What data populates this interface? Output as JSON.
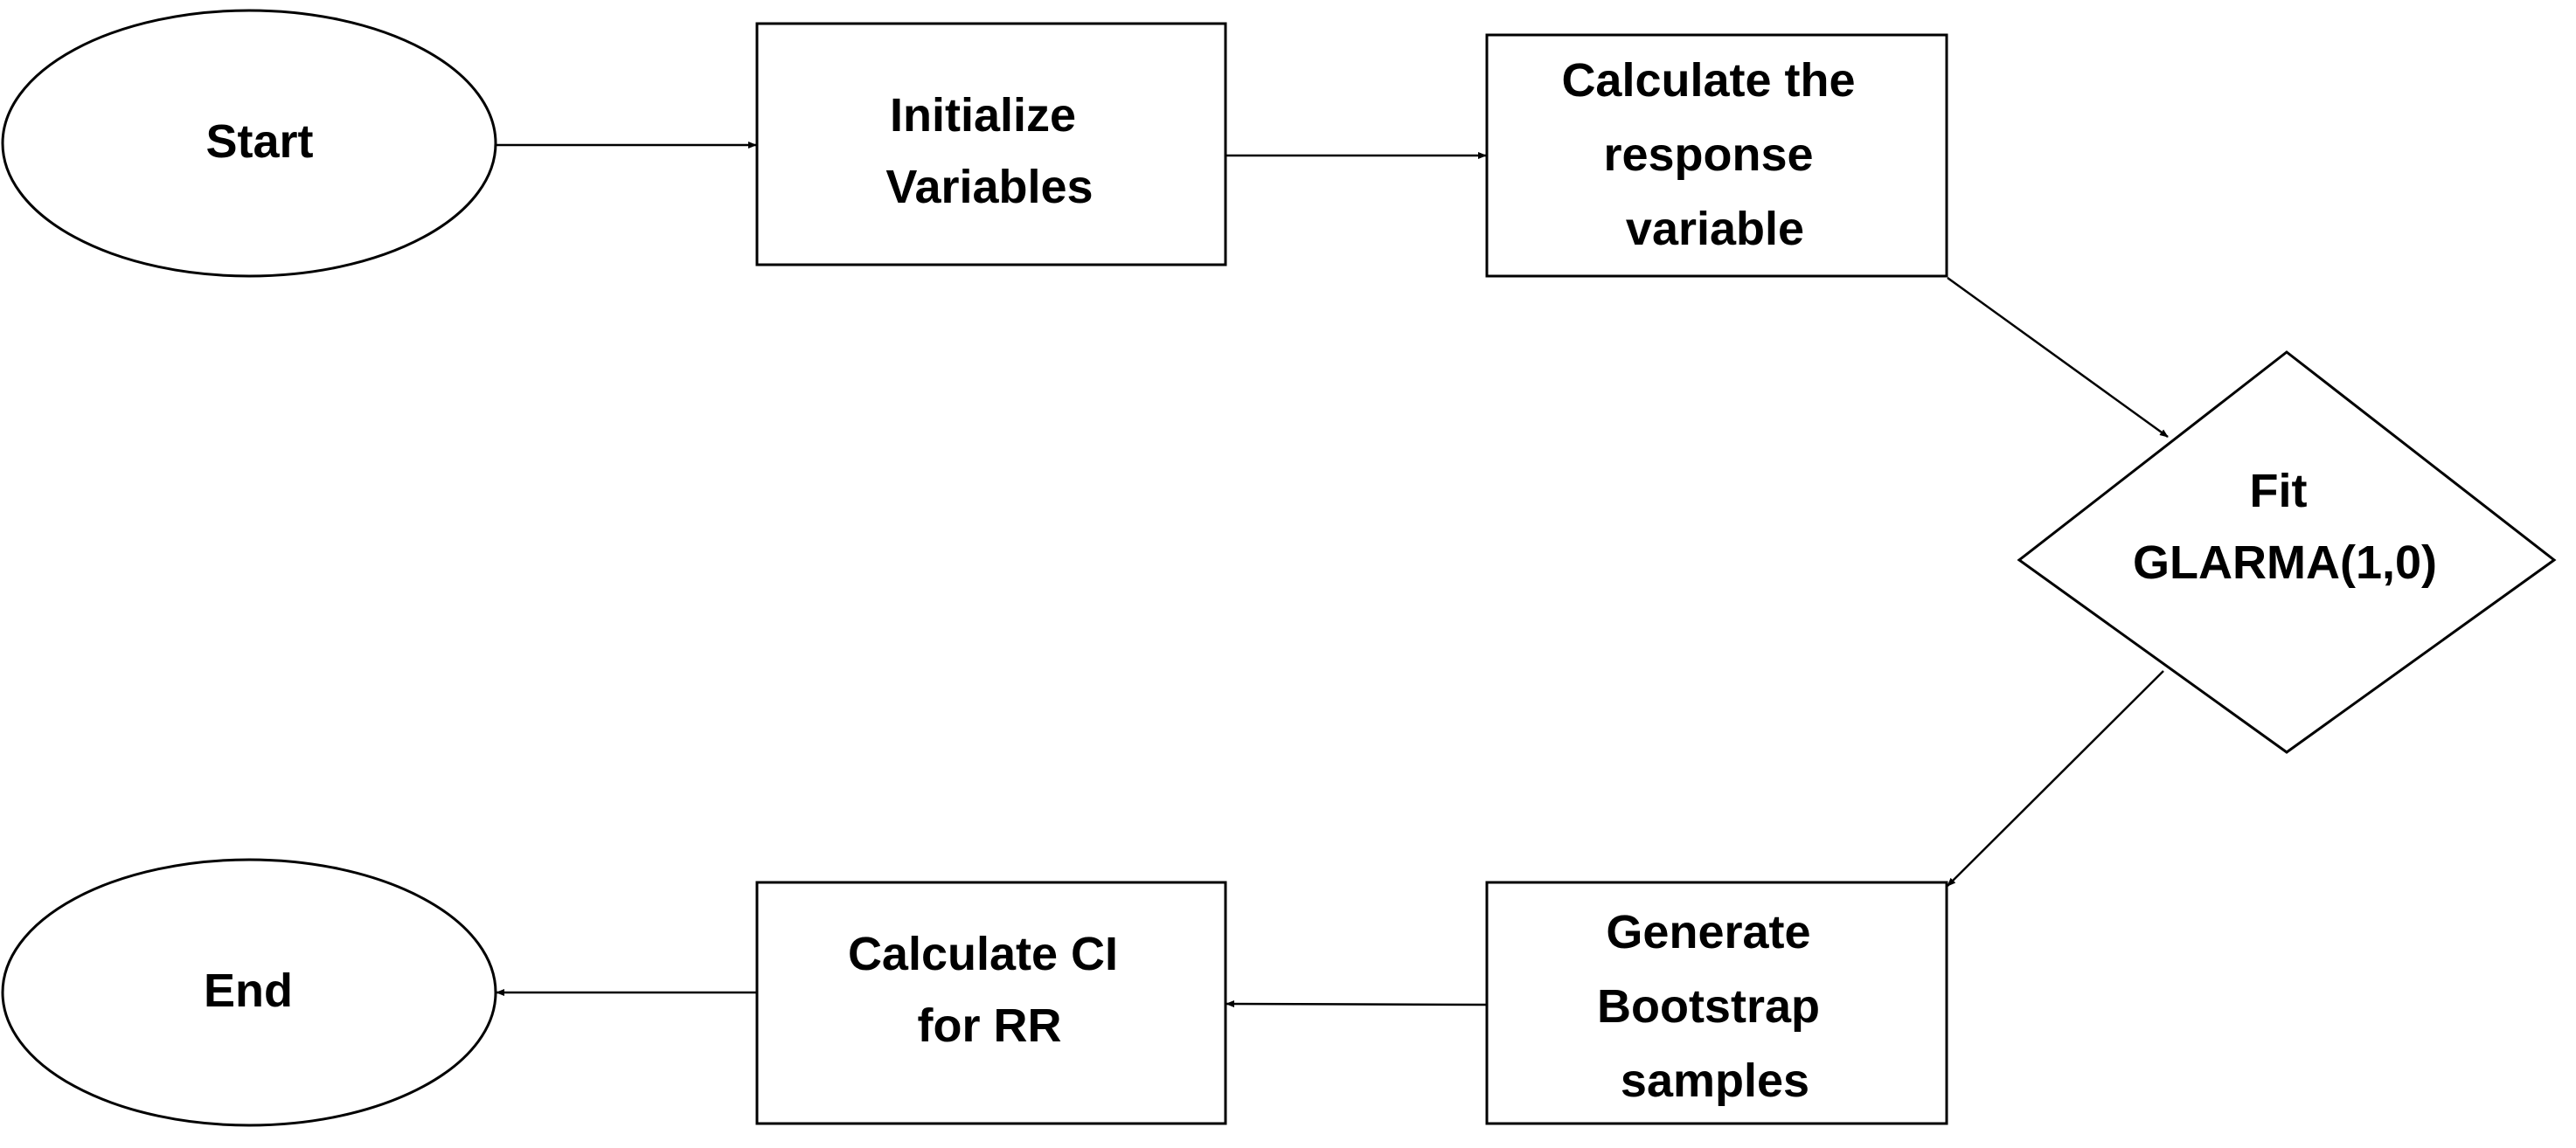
{
  "nodes": {
    "start": {
      "shape": "ellipse",
      "lines": [
        "Start"
      ]
    },
    "init": {
      "shape": "rectangle",
      "lines": [
        "Initialize",
        "Variables"
      ]
    },
    "calc_response": {
      "shape": "rectangle",
      "lines": [
        "Calculate the",
        "response",
        "variable"
      ]
    },
    "fit": {
      "shape": "diamond",
      "lines": [
        "Fit",
        "GLARMA(1,0)"
      ]
    },
    "bootstrap": {
      "shape": "rectangle",
      "lines": [
        "Generate",
        "Bootstrap",
        "samples"
      ]
    },
    "calc_ci": {
      "shape": "rectangle",
      "lines": [
        "Calculate CI",
        "for RR"
      ]
    },
    "end": {
      "shape": "ellipse",
      "lines": [
        "End"
      ]
    }
  },
  "edges": [
    {
      "from": "start",
      "to": "init"
    },
    {
      "from": "init",
      "to": "calc_response"
    },
    {
      "from": "calc_response",
      "to": "fit"
    },
    {
      "from": "fit",
      "to": "bootstrap"
    },
    {
      "from": "bootstrap",
      "to": "calc_ci"
    },
    {
      "from": "calc_ci",
      "to": "end"
    }
  ],
  "colors": {
    "stroke": "#000000",
    "fill": "#ffffff",
    "text": "#000000"
  }
}
